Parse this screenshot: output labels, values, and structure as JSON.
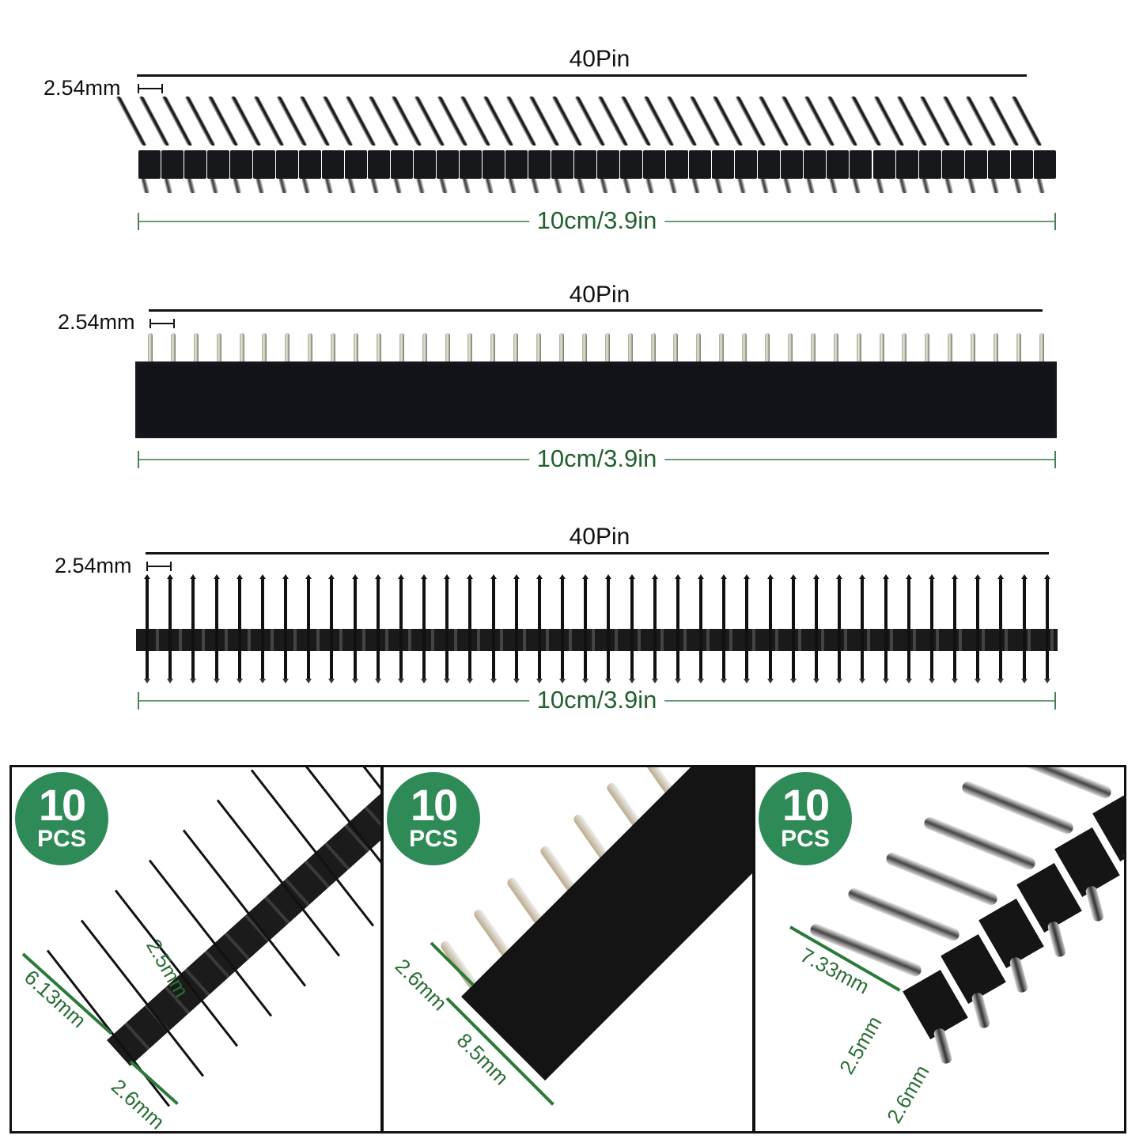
{
  "rows": [
    {
      "type": "right-angle-male-header",
      "title": "40Pin",
      "pin_count": 40,
      "pitch_label": "2.54mm",
      "length_label": "10cm/3.9in"
    },
    {
      "type": "female-header",
      "title": "40Pin",
      "pin_count": 40,
      "pitch_label": "2.54mm",
      "length_label": "10cm/3.9in"
    },
    {
      "type": "straight-male-header",
      "title": "40Pin",
      "pin_count": 40,
      "pitch_label": "2.54mm",
      "length_label": "10cm/3.9in"
    }
  ],
  "panels": [
    {
      "badge": {
        "number": "10",
        "unit": "PCS"
      },
      "dims": [
        "6.13mm",
        "2.5mm",
        "2.6mm"
      ]
    },
    {
      "badge": {
        "number": "10",
        "unit": "PCS"
      },
      "dims": [
        "2.6mm",
        "8.5mm"
      ]
    },
    {
      "badge": {
        "number": "10",
        "unit": "PCS"
      },
      "dims": [
        "7.33mm",
        "2.5mm",
        "2.6mm"
      ]
    }
  ],
  "colors": {
    "badge_green": "#2e8b57",
    "dimension_green": "#2a6e37",
    "header_black": "#111319"
  }
}
